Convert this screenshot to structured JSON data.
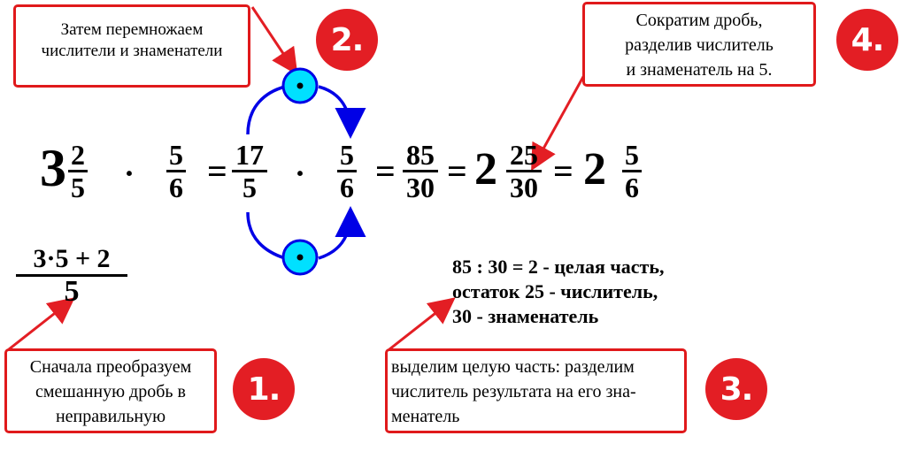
{
  "colors": {
    "accent": "#e31e24",
    "arrow_blue": "#0000e6",
    "node_fill": "#00e0ff"
  },
  "step1": {
    "badge": "1.",
    "text_lines": [
      "Сначала преобразуем",
      "смешанную дробь в",
      "неправильную"
    ]
  },
  "step2": {
    "badge": "2.",
    "text_lines": [
      "Затем перемножаем",
      "числители и знаменатели"
    ]
  },
  "step3": {
    "badge": "3.",
    "text_lines": [
      "выделим целую часть: разделим",
      "числитель результата на его зна-",
      "менатель"
    ]
  },
  "step4": {
    "badge": "4.",
    "text_lines": [
      "Сократим дробь,",
      "разделив числитель",
      "и знаменатель на 5."
    ]
  },
  "equation": {
    "mixed1_whole": "3",
    "mixed1_num": "2",
    "mixed1_den": "5",
    "dot": "·",
    "frac2_num": "5",
    "frac2_den": "6",
    "eq": "=",
    "frac3_num": "17",
    "frac3_den": "5",
    "frac4_num": "5",
    "frac4_den": "6",
    "frac5_num": "85",
    "frac5_den": "30",
    "mixed2_whole": "2",
    "mixed2_num": "25",
    "mixed2_den": "30",
    "mixed3_whole": "2",
    "mixed3_num": "5",
    "mixed3_den": "6"
  },
  "conversion": {
    "numerator": "3·5 + 2",
    "denominator": "5"
  },
  "division_note": [
    "85 : 30 = 2 - целая часть,",
    "остаток 25 - числитель,",
    "30 - знаменатель"
  ]
}
